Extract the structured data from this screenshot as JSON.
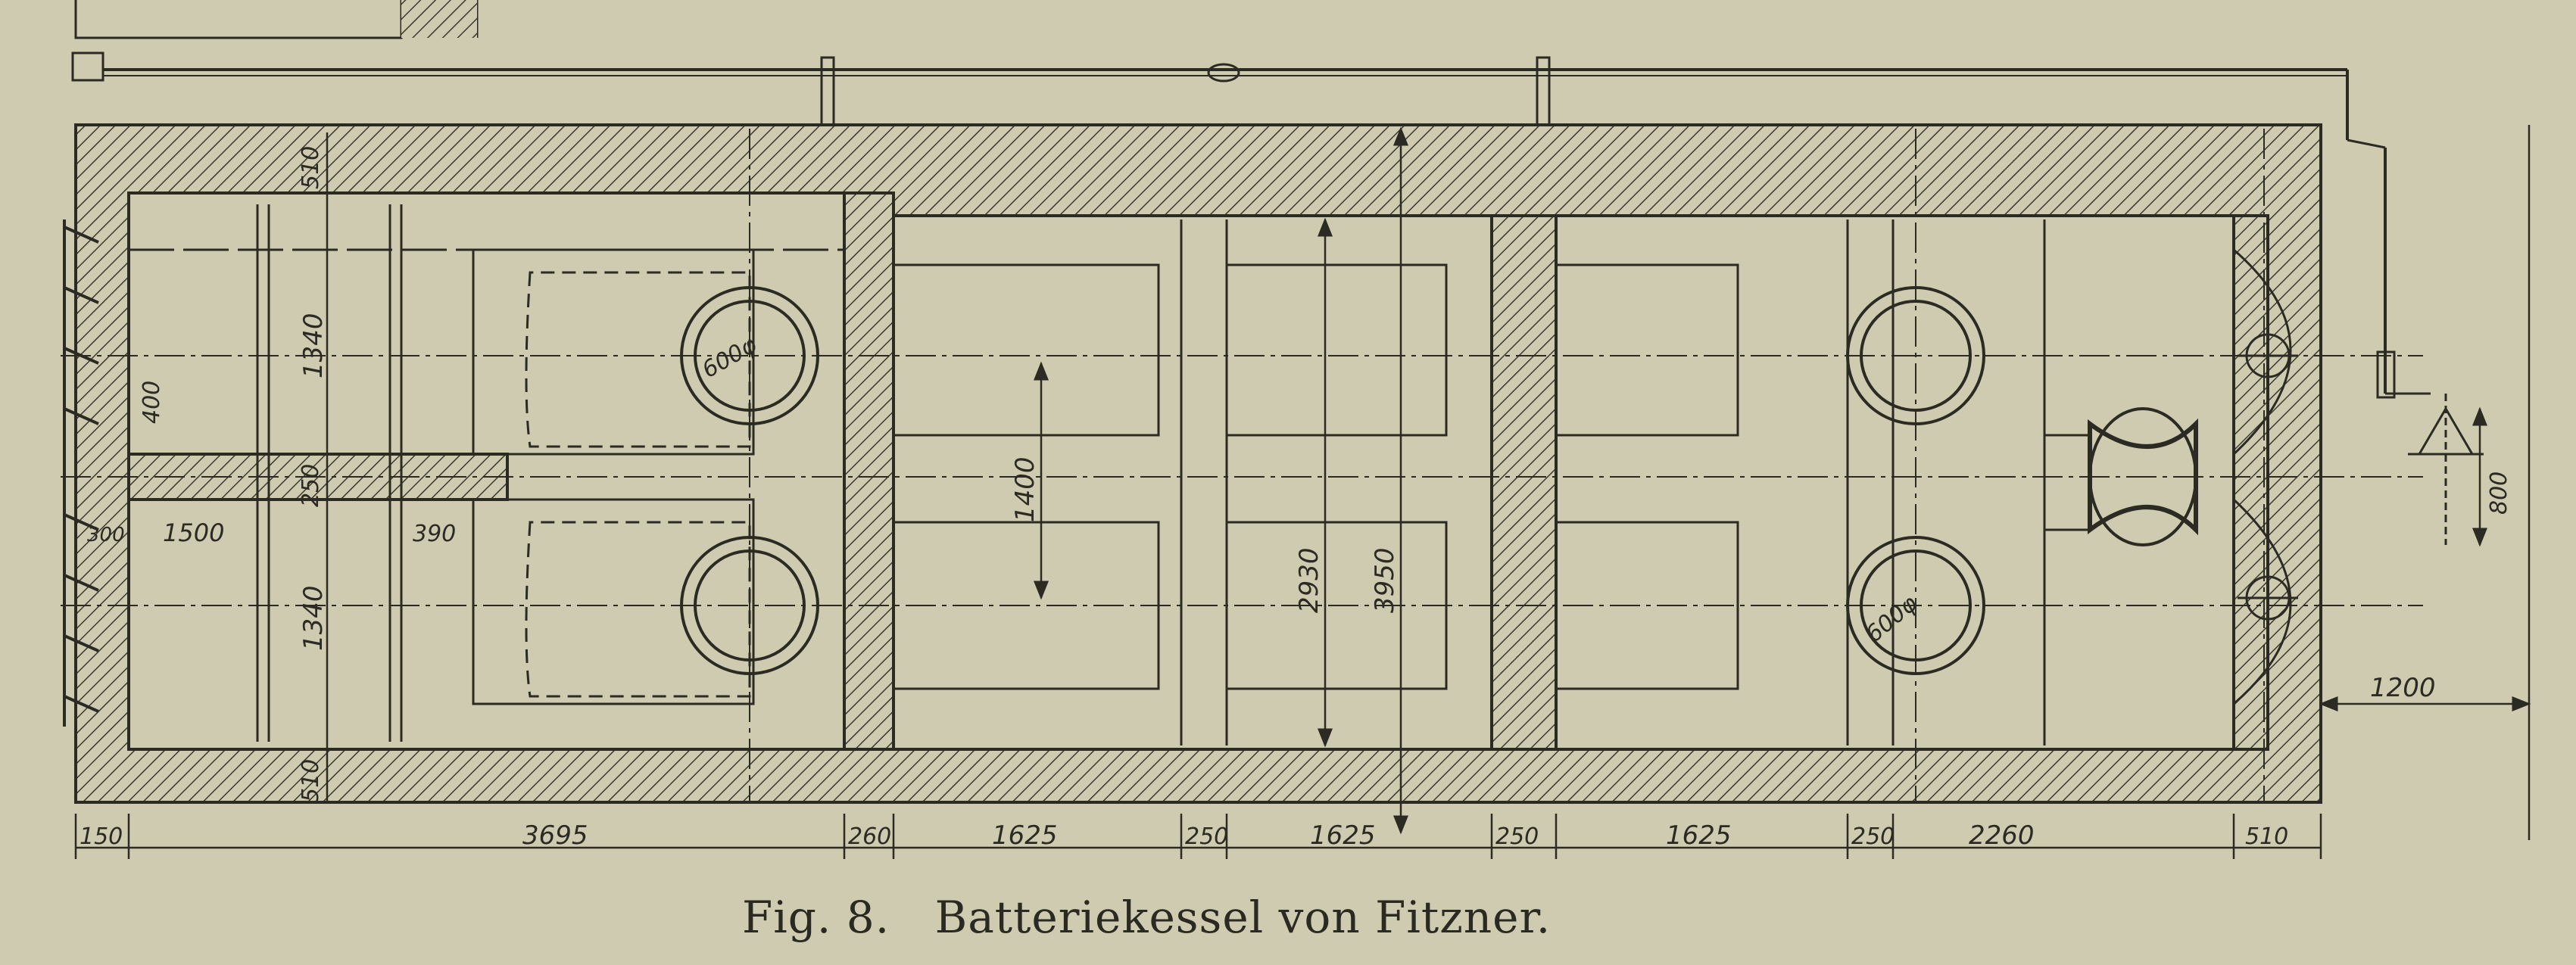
{
  "caption": {
    "figure": "Fig. 8.",
    "title": "Batteriekessel von Fitzner."
  },
  "dimensions": {
    "bottom": [
      "150",
      "3695",
      "260",
      "1625",
      "250",
      "1625",
      "250",
      "1625",
      "250",
      "2260",
      "510"
    ],
    "wall_top": "510",
    "wall_bottom": "510",
    "upper_depth": "1340",
    "lower_depth": "1340",
    "middle_wall": "250",
    "grate_gap": "400",
    "grate_length": "1500",
    "bridge": "390",
    "left_small": "300",
    "manhole_left": "600φ",
    "manhole_right": "600φ",
    "flue_height": "1400",
    "inner_height": "2930",
    "total_height": "3950",
    "damper": "800",
    "right_projection": "1200"
  },
  "colors": {
    "paper": "#cfcbb0",
    "ink": "#2c2b23"
  }
}
